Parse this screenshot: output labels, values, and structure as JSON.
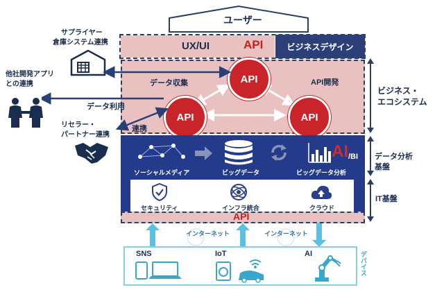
{
  "top": {
    "user_label": "ユーザー"
  },
  "ux_row": {
    "label": "UX/UI",
    "api": "API",
    "business_design": "ビジネスデザイン"
  },
  "ecosystem": {
    "data_collection": "データ収集",
    "api_development": "API開発",
    "data_usage": "データ利用",
    "integration": "連携",
    "api_top": "API",
    "api_left": "API",
    "api_right": "API"
  },
  "left_actors": {
    "supplier": [
      "サプライヤー",
      "倉庫システム連携"
    ],
    "other_company": [
      "他社開発アプリ",
      "との連携"
    ],
    "reseller": [
      "リセラー・",
      "パートナー連携"
    ]
  },
  "data_platform": {
    "social_media": "ソーシャルメディア",
    "big_data": "ビッグデータ",
    "big_data_analysis": "ビッグデータ分析",
    "ai_text": "AI",
    "bi_text": "/BI"
  },
  "it_platform": {
    "security": "セキュリティ",
    "infra_integration": "インフラ統合",
    "cloud": "クラウド"
  },
  "bottom_api": "API",
  "internet_left": "インターネット",
  "internet_right": "インターネット",
  "devices": {
    "sns": "SNS",
    "iot": "IoT",
    "ai": "AI",
    "label": "デバイス"
  },
  "right_labels": {
    "business_ecosystem": [
      "ビジネス・",
      "エコシステム"
    ],
    "data_analysis_platform": [
      "データ分析",
      "基盤"
    ],
    "it_platform": "IT基盤"
  },
  "colors": {
    "pink": "#e8c1c0",
    "navy": "#243a8a",
    "api_red": "#c9242a",
    "cyan": "#7fd3e6"
  }
}
